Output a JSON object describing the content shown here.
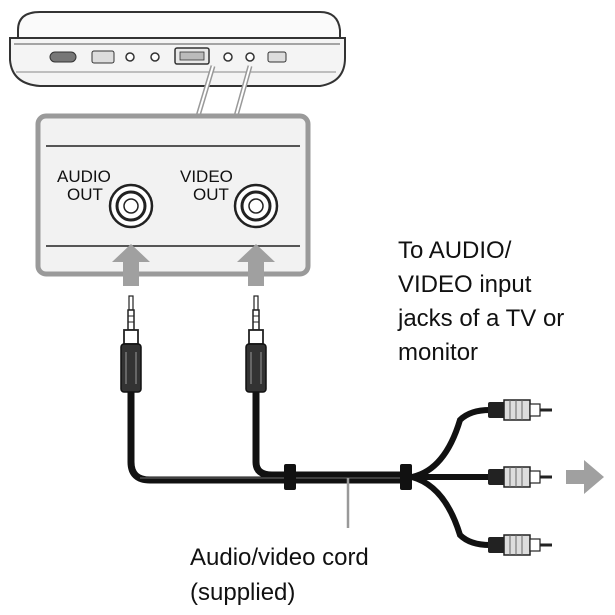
{
  "jacks": {
    "audio_line1": "AUDIO",
    "audio_line2": "OUT",
    "video_line1": "VIDEO",
    "video_line2": "OUT"
  },
  "callout_destination": {
    "line1": "To AUDIO/",
    "line2": "VIDEO input",
    "line3": "jacks of a TV or",
    "line4": "monitor"
  },
  "callout_cord": {
    "line1": "Audio/video cord",
    "line2": "(supplied)"
  },
  "icons": [
    "player-device",
    "audio-out-jack",
    "video-out-jack",
    "insert-arrow-icon",
    "rca-plug",
    "direction-arrow-icon"
  ],
  "colors": {
    "outline": "#333333",
    "panel_fill": "#f2f2f2",
    "arrow_gray": "#9a9a9a",
    "cable": "#1a1a1a"
  }
}
